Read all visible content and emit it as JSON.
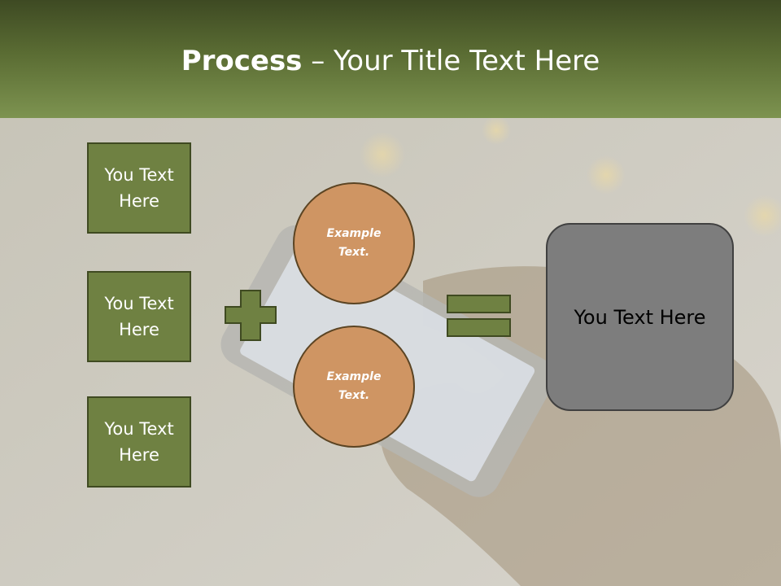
{
  "title": {
    "bold": "Process",
    "rest": " – Your Title Text Here"
  },
  "left_boxes": [
    {
      "text": "You Text Here"
    },
    {
      "text": "You Text Here"
    },
    {
      "text": "You Text Here"
    }
  ],
  "circles": [
    {
      "text": "Example Text."
    },
    {
      "text": "Example Text."
    }
  ],
  "result": {
    "text": "You Text Here"
  },
  "operators": {
    "plus": "plus-icon",
    "equals": "equals-icon"
  },
  "colors": {
    "header_dark": "#3e4a23",
    "header_light": "#7d9350",
    "box_fill": "#6f8142",
    "circle_fill": "#cf9563",
    "result_fill": "#7d7d7d"
  }
}
